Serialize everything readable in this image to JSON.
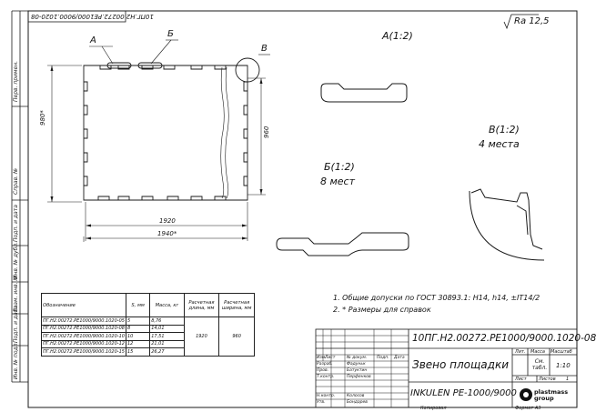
{
  "document": {
    "mirrored_code": "10ПГ.Н2.00272.РЕ1000/9000.1020-08",
    "roughness": "Ra 12,5",
    "callouts": {
      "a": "А",
      "b": "Б",
      "v": "В"
    },
    "views": {
      "a_title": "А(1:2)",
      "b_title": "Б(1:2)",
      "b_count": "8 мест",
      "v_title": "В(1:2)",
      "v_count": "4 места"
    },
    "dimensions": {
      "height_star": "980*",
      "height": "960",
      "width": "1920",
      "width_star": "1940*"
    },
    "notes": [
      "1.  Общие допуски по ГОСТ 30893.1: H14, h14, ±IT14/2",
      "2.  * Размеры для справок"
    ],
    "side_labels": [
      "Перв. примен.",
      "Справ. №",
      "Подп. и дата",
      "Инв. № дубл.",
      "Взам. инв. №",
      "Подп. и дата",
      "Инв. № подл."
    ],
    "spec_table": {
      "headers": [
        "Обозначение",
        "S, мм",
        "Масса, кг",
        "Расчетная длина, мм",
        "Расчетная ширина, мм"
      ],
      "rows": [
        [
          "ПГ.Н2.00272.РЕ1000/9000.1020-05",
          "5",
          "8,76"
        ],
        [
          "ПГ.Н2.00272.РЕ1000/9000.1020-08",
          "8",
          "14,01"
        ],
        [
          "ПГ.Н2.00272.РЕ1000/9000.1020-10",
          "10",
          "17,51"
        ],
        [
          "ПГ.Н2.00272.РЕ1000/9000.1020-12",
          "12",
          "21,01"
        ],
        [
          "ПГ.Н2.00272.РЕ1000/9000.1020-15",
          "15",
          "26,27"
        ]
      ],
      "length": "1920",
      "width": "960"
    },
    "title_block": {
      "designation": "10ПГ.Н2.00272.РЕ1000/9000.1020-08",
      "name": "Звено площадки",
      "material": "INKULEN PE-1000/9000",
      "col_headers": [
        "Изм.",
        "Лист",
        "№ докум.",
        "Подп.",
        "Дата"
      ],
      "roles": [
        {
          "role": "Разраб.",
          "name": "Фадуньк"
        },
        {
          "role": "Пров.",
          "name": "Батуктин"
        },
        {
          "role": "Т.контр.",
          "name": "Перфенков"
        },
        {
          "role": "",
          "name": ""
        },
        {
          "role": "Н.контр.",
          "name": "Колосов"
        },
        {
          "role": "Утв.",
          "name": "Бондарев"
        }
      ],
      "lit_label": "Лит.",
      "mass_label": "Масса",
      "scale_label": "Масштаб",
      "mass_value": "См. табл.",
      "scale_value": "1:10",
      "sheet_label": "Лист",
      "sheets_label": "Листов",
      "sheets_value": "1",
      "company": "plastmass group",
      "copied": "Копировал",
      "format": "Формат    А3"
    }
  }
}
